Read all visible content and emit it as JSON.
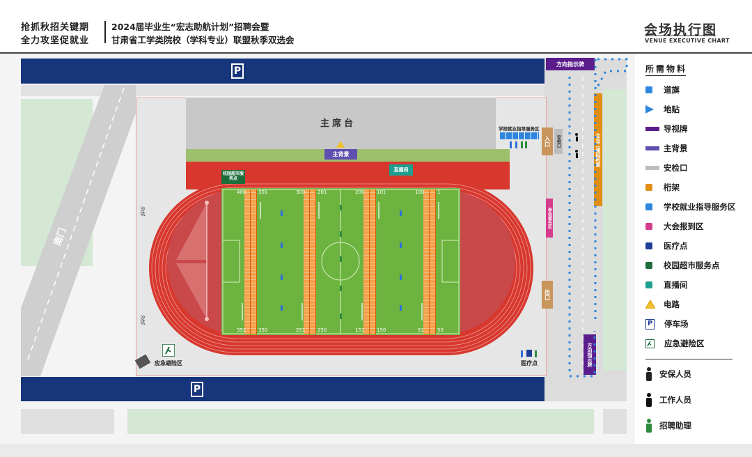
{
  "header": {
    "slogan_line1": "抢抓秋招关键期",
    "slogan_line2": "全力攻坚促就业",
    "title_line1": "2024届毕业生“宏志助航计划”招聘会暨",
    "title_line2": "甘肃省工学类院校（学科专业）联盟秋季双选会",
    "chart_title": "会场执行图",
    "chart_subtitle": "VENUE EXECUTIVE CHART"
  },
  "map": {
    "podium": "主席台",
    "main_backdrop": "主背景",
    "live_room": "直播间",
    "campus_market": "校园超市服务点",
    "career_service": "学校就业指导服务区",
    "entrance": "入口",
    "security_check": "安检口",
    "exit": "出口",
    "registration": "参会报名区",
    "enterprise_truss": "企业二维码桁架",
    "direction_sign_top": "方向指示牌",
    "direction_sign_bottom": "方向指示牌",
    "south_gate": "南门",
    "sand_pit_top": "沙坑",
    "sand_pit_bottom": "沙坑",
    "emergency_area": "应急避险区",
    "medical_point": "医疗点",
    "parking_symbol": "P",
    "booth_top_numbers": [
      "400",
      "301",
      "300",
      "201",
      "200",
      "101",
      "100",
      "1"
    ],
    "booth_bottom_numbers": [
      "351",
      "350",
      "251",
      "250",
      "151",
      "150",
      "51",
      "50"
    ]
  },
  "legend": {
    "title": "所需物料",
    "items": [
      {
        "label": "道旗",
        "color": "#2e86de",
        "shape": "square"
      },
      {
        "label": "地贴",
        "color": "#2e86de",
        "shape": "arrow"
      },
      {
        "label": "导视牌",
        "color": "#5b1d8c",
        "shape": "bar"
      },
      {
        "label": "主背景",
        "color": "#5f4fb0",
        "shape": "bar"
      },
      {
        "label": "安检口",
        "color": "#bdbdbd",
        "shape": "bar"
      },
      {
        "label": "桁架",
        "color": "#e08f12",
        "shape": "square"
      },
      {
        "label": "学校就业指导服务区",
        "color": "#2e86de",
        "shape": "square"
      },
      {
        "label": "大会报到区",
        "color": "#d63c8c",
        "shape": "square"
      },
      {
        "label": "医疗点",
        "color": "#1f3e99",
        "shape": "square"
      },
      {
        "label": "校园超市服务点",
        "color": "#1e6e3c",
        "shape": "square"
      },
      {
        "label": "直播间",
        "color": "#1f9f8f",
        "shape": "square"
      },
      {
        "label": "电路",
        "color": "#f2c02e",
        "shape": "triangle"
      },
      {
        "label": "停车场",
        "color": "#1f3e99",
        "shape": "parking"
      },
      {
        "label": "应急避险区",
        "color": "#1e6e3c",
        "shape": "exit"
      }
    ],
    "people": [
      {
        "label": "安保人员",
        "color": "#222222"
      },
      {
        "label": "工作人员",
        "color": "#111111"
      },
      {
        "label": "招聘助理",
        "color": "#2e8b3e"
      }
    ]
  }
}
